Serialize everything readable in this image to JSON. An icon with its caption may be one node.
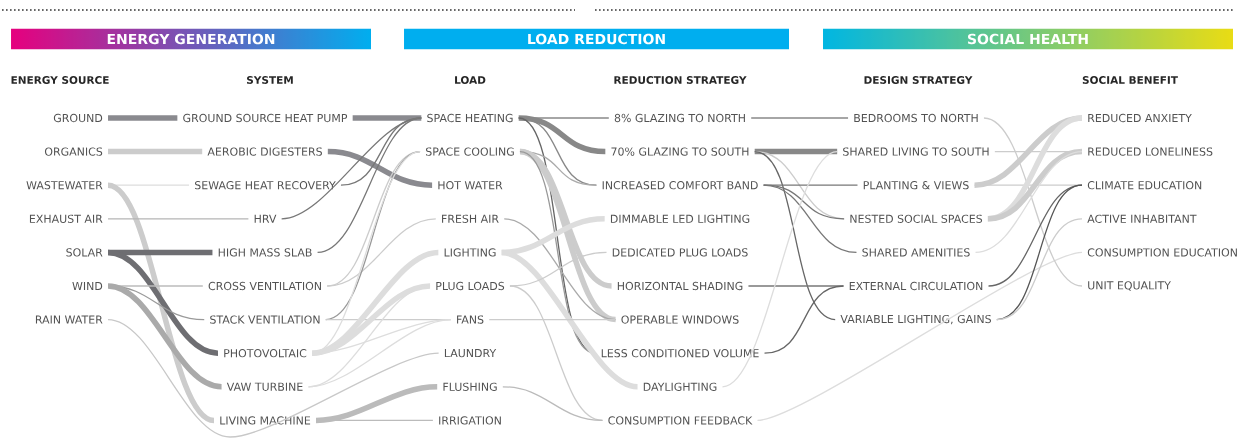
{
  "diagram": {
    "nodes": [
      {
        "text": [
          "ENERGY GENERATION"
        ]
      },
      {
        "text": [
          "LOAD REDUCTION"
        ]
      },
      {
        "text": [
          "SOCIAL HEALTH"
        ]
      },
      {
        "text": [
          "GROUND"
        ]
      },
      {
        "text": [
          "ORGANICS"
        ]
      },
      {
        "text": [
          "WASTEWATER"
        ]
      },
      {
        "text": [
          "EXHAUST AIR"
        ]
      },
      {
        "text": [
          "SOLAR"
        ]
      },
      {
        "text": [
          "WIND"
        ]
      },
      {
        "text": [
          "RAIN WATER"
        ]
      },
      {
        "text": [
          "GROUND SOURCE HEAT PUMP"
        ]
      },
      {
        "text": [
          "AEROBIC DIGESTERS"
        ]
      },
      {
        "text": [
          "SEWAGE HEAT RECOVERY"
        ]
      },
      {
        "text": [
          "HRV"
        ]
      },
      {
        "text": [
          "HIGH MASS SLAB"
        ]
      },
      {
        "text": [
          "CROSS VENTILATION"
        ]
      },
      {
        "text": [
          "STACK VENTILATION"
        ]
      },
      {
        "text": [
          "PHOTOVOLTAIC"
        ]
      },
      {
        "text": [
          "VAW TURBINE"
        ]
      },
      {
        "text": [
          "LIVING MACHINE"
        ]
      },
      {
        "text": [
          "SPACE HEATING"
        ]
      },
      {
        "text": [
          "SPACE COOLING"
        ]
      },
      {
        "text": [
          "HOT WATER"
        ]
      },
      {
        "text": [
          "FRESH AIR"
        ]
      },
      {
        "text": [
          "LIGHTING"
        ]
      },
      {
        "text": [
          "PLUG LOADS"
        ]
      },
      {
        "text": [
          "FANS"
        ]
      },
      {
        "text": [
          "LAUNDRY"
        ]
      },
      {
        "text": [
          "FLUSHING"
        ]
      },
      {
        "text": [
          "IRRIGATION"
        ]
      },
      {
        "text": [
          "8% GLAZING TO NORTH"
        ]
      },
      {
        "text": [
          "70% GLAZING TO SOUTH"
        ]
      },
      {
        "text": [
          "INCREASED COMFORT BAND"
        ]
      },
      {
        "text": [
          "DIMMABLE LED LIGHTING"
        ]
      },
      {
        "text": [
          "DEDICATED PLUG LOADS"
        ]
      },
      {
        "text": [
          "HORIZONTAL SHADING"
        ]
      },
      {
        "text": [
          "OPERABLE WINDOWS"
        ]
      },
      {
        "text": [
          "LESS CONDITIONED VOLUME"
        ]
      },
      {
        "text": [
          "DAYLIGHTING"
        ]
      },
      {
        "text": [
          "CONSUMPTION FEEDBACK"
        ]
      },
      {
        "text": [
          "BEDROOMS TO NORTH"
        ]
      },
      {
        "text": [
          "SHARED LIVING TO SOUTH"
        ]
      },
      {
        "text": [
          "PLANTING & VIEWS"
        ]
      },
      {
        "text": [
          "NESTED SOCIAL SPACES"
        ]
      },
      {
        "text": [
          "SHARED AMENITIES"
        ]
      },
      {
        "text": [
          "EXTERNAL CIRCULATION"
        ]
      },
      {
        "text": [
          "VARIABLE LIGHTING, GAINS"
        ]
      },
      {
        "text": [
          "REDUCED ANXIETY"
        ]
      },
      {
        "text": [
          "REDUCED LONELINESS"
        ]
      },
      {
        "text": [
          "CLIMATE EDUCATION"
        ]
      },
      {
        "text": [
          "ACTIVE INHABITANT"
        ]
      },
      {
        "text": [
          "CONSUMPTION EDUCATION"
        ]
      },
      {
        "text": [
          "UNIT EQUALITY"
        ]
      }
    ],
    "edges": [
      {
        "from": 3,
        "to": 10,
        "arrow": "none",
        "style": "thick",
        "color": "#8a8a8f"
      },
      {
        "from": 4,
        "to": 11,
        "arrow": "none",
        "style": "thick",
        "color": "#cccccc"
      },
      {
        "from": 5,
        "to": 12,
        "arrow": "none",
        "color": "#dddddd"
      },
      {
        "from": 5,
        "to": 19,
        "arrow": "none",
        "style": "thick",
        "color": "#cccccc"
      },
      {
        "from": 6,
        "to": 13,
        "arrow": "none",
        "color": "#b5b5b5"
      },
      {
        "from": 7,
        "to": 14,
        "arrow": "none",
        "style": "thick",
        "color": "#6e6e72"
      },
      {
        "from": 7,
        "to": 17,
        "arrow": "none",
        "style": "thick",
        "color": "#6e6e72"
      },
      {
        "from": 8,
        "to": 15,
        "arrow": "none",
        "color": "#bbbbbb"
      },
      {
        "from": 8,
        "to": 16,
        "arrow": "none",
        "color": "#9a9a9a"
      },
      {
        "from": 8,
        "to": 18,
        "arrow": "none",
        "style": "thick",
        "color": "#aaaaaa"
      },
      {
        "from": 9,
        "to": 27,
        "arrow": "none",
        "color": "#c8c8c8"
      },
      {
        "from": 10,
        "to": 20,
        "arrow": "none",
        "style": "thick",
        "color": "#8a8a8f"
      },
      {
        "from": 11,
        "to": 22,
        "arrow": "none",
        "style": "thick",
        "color": "#8a8a8f"
      },
      {
        "from": 12,
        "to": 20,
        "arrow": "none",
        "color": "#777777"
      },
      {
        "from": 13,
        "to": 20,
        "arrow": "none",
        "color": "#777777"
      },
      {
        "from": 14,
        "to": 20,
        "arrow": "none",
        "color": "#777777"
      },
      {
        "from": 15,
        "to": 21,
        "arrow": "none",
        "color": "#cccccc"
      },
      {
        "from": 15,
        "to": 23,
        "arrow": "none",
        "color": "#cccccc"
      },
      {
        "from": 16,
        "to": 21,
        "arrow": "none",
        "color": "#999999"
      },
      {
        "from": 16,
        "to": 26,
        "arrow": "none",
        "color": "#cccccc"
      },
      {
        "from": 17,
        "to": 21,
        "arrow": "none",
        "color": "#dddddd"
      },
      {
        "from": 17,
        "to": 24,
        "arrow": "none",
        "style": "thick",
        "color": "#dddddd"
      },
      {
        "from": 17,
        "to": 25,
        "arrow": "none",
        "style": "thick",
        "color": "#dddddd"
      },
      {
        "from": 17,
        "to": 26,
        "arrow": "none",
        "color": "#dddddd"
      },
      {
        "from": 18,
        "to": 25,
        "arrow": "none",
        "color": "#dddddd"
      },
      {
        "from": 18,
        "to": 26,
        "arrow": "none",
        "color": "#dddddd"
      },
      {
        "from": 19,
        "to": 28,
        "arrow": "none",
        "style": "thick",
        "color": "#bbbbbb"
      },
      {
        "from": 19,
        "to": 29,
        "arrow": "none",
        "color": "#bbbbbb"
      },
      {
        "from": 20,
        "to": 30,
        "arrow": "none",
        "color": "#888888"
      },
      {
        "from": 20,
        "to": 31,
        "arrow": "none",
        "style": "thick",
        "color": "#888888"
      },
      {
        "from": 20,
        "to": 32,
        "arrow": "none",
        "color": "#888888"
      },
      {
        "from": 20,
        "to": 37,
        "arrow": "none",
        "color": "#666666"
      },
      {
        "from": 21,
        "to": 32,
        "arrow": "none",
        "color": "#aaaaaa"
      },
      {
        "from": 21,
        "to": 35,
        "arrow": "none",
        "style": "thick",
        "color": "#cccccc"
      },
      {
        "from": 21,
        "to": 36,
        "arrow": "none",
        "style": "thick",
        "color": "#cccccc"
      },
      {
        "from": 21,
        "to": 37,
        "arrow": "none",
        "color": "#999999"
      },
      {
        "from": 23,
        "to": 36,
        "arrow": "none",
        "color": "#aaaaaa"
      },
      {
        "from": 24,
        "to": 33,
        "arrow": "none",
        "style": "thick",
        "color": "#dddddd"
      },
      {
        "from": 24,
        "to": 38,
        "arrow": "none",
        "style": "thick",
        "color": "#dddddd"
      },
      {
        "from": 25,
        "to": 34,
        "arrow": "none",
        "color": "#cccccc"
      },
      {
        "from": 25,
        "to": 39,
        "arrow": "none",
        "color": "#cccccc"
      },
      {
        "from": 26,
        "to": 36,
        "arrow": "none",
        "color": "#cccccc"
      },
      {
        "from": 28,
        "to": 39,
        "arrow": "none",
        "color": "#bbbbbb"
      },
      {
        "from": 30,
        "to": 40,
        "arrow": "none",
        "color": "#888888"
      },
      {
        "from": 31,
        "to": 41,
        "arrow": "none",
        "style": "thick",
        "color": "#888888"
      },
      {
        "from": 31,
        "to": 43,
        "arrow": "none",
        "color": "#cccccc"
      },
      {
        "from": 31,
        "to": 46,
        "arrow": "none",
        "color": "#666666"
      },
      {
        "from": 32,
        "to": 42,
        "arrow": "none",
        "color": "#777777"
      },
      {
        "from": 32,
        "to": 43,
        "arrow": "none",
        "color": "#777777"
      },
      {
        "from": 32,
        "to": 44,
        "arrow": "none",
        "color": "#777777"
      },
      {
        "from": 35,
        "to": 45,
        "arrow": "none",
        "color": "#777777"
      },
      {
        "from": 37,
        "to": 45,
        "arrow": "none",
        "color": "#666666"
      },
      {
        "from": 38,
        "to": 41,
        "arrow": "none",
        "color": "#dddddd"
      },
      {
        "from": 39,
        "to": 51,
        "arrow": "none",
        "color": "#dddddd"
      },
      {
        "from": 40,
        "to": 52,
        "arrow": "none",
        "color": "#cccccc"
      },
      {
        "from": 41,
        "to": 48,
        "arrow": "none",
        "color": "#cccccc"
      },
      {
        "from": 42,
        "to": 47,
        "arrow": "none",
        "style": "thick",
        "color": "#cccccc"
      },
      {
        "from": 42,
        "to": 49,
        "arrow": "none",
        "color": "#cccccc"
      },
      {
        "from": 43,
        "to": 47,
        "arrow": "none",
        "style": "thick",
        "color": "#dddddd"
      },
      {
        "from": 43,
        "to": 48,
        "arrow": "none",
        "style": "thick",
        "color": "#cccccc"
      },
      {
        "from": 44,
        "to": 48,
        "arrow": "none",
        "color": "#dddddd"
      },
      {
        "from": 45,
        "to": 49,
        "arrow": "none",
        "color": "#666666"
      },
      {
        "from": 46,
        "to": 49,
        "arrow": "none",
        "color": "#555555"
      },
      {
        "from": 46,
        "to": 50,
        "arrow": "none",
        "color": "#cccccc"
      }
    ],
    "labels": [
      "ENERGY SOURCE",
      "SYSTEM",
      "LOAD",
      "REDUCTION STRATEGY",
      "DESIGN STRATEGY",
      "SOCIAL BENEFIT"
    ]
  }
}
